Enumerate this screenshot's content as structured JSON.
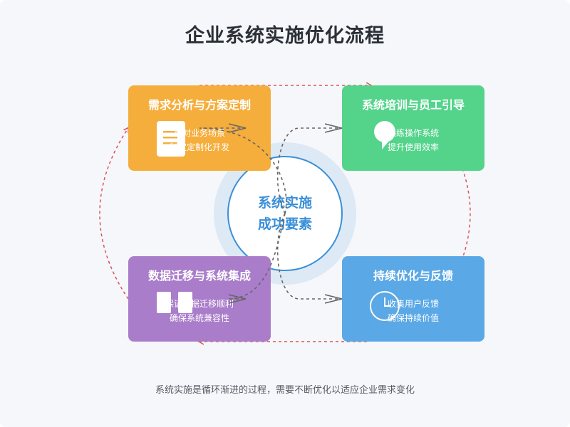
{
  "title": "企业系统实施优化流程",
  "center": {
    "line1": "系统实施",
    "line2": "成功要素"
  },
  "steps": [
    {
      "title": "需求分析与方案定制",
      "line1": "针对业务场景",
      "line2": "制定定制化开发",
      "color": "#f5ad3b",
      "icon": "document-icon"
    },
    {
      "title": "系统培训与员工引导",
      "line1": "熟练操作系统",
      "line2": "提升使用效率",
      "color": "#53d48a",
      "icon": "speech-bubble-icon"
    },
    {
      "title": "数据迁移与系统集成",
      "line1": "保证数据迁移顺利",
      "line2": "确保系统兼容性",
      "color": "#a97dc9",
      "icon": "database-icon"
    },
    {
      "title": "持续优化与反馈",
      "line1": "收集用户反馈",
      "line2": "确保持续价值",
      "color": "#5aa8e6",
      "icon": "clock-icon"
    }
  ],
  "colors": {
    "cycle_arrow": "#e05252",
    "connector": "#666666",
    "center_ring": "#3a8fd8",
    "center_halo": "#dde9f5"
  },
  "footer": "系统实施是循环渐进的过程，需要不断优化以适应企业需求变化"
}
